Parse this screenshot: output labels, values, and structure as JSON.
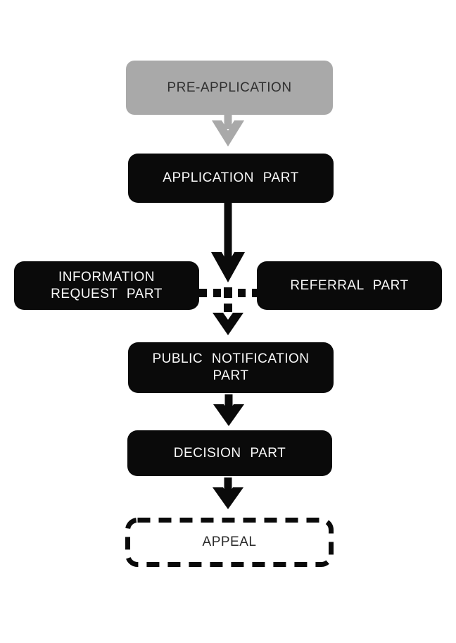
{
  "flowchart": {
    "nodes": {
      "pre_application": {
        "label": "PRE-APPLICATION"
      },
      "application_part": {
        "label": "APPLICATION PART"
      },
      "information_request_part": {
        "label": "INFORMATION\nREQUEST PART"
      },
      "referral_part": {
        "label": "REFERRAL PART"
      },
      "public_notification_part": {
        "label": "PUBLIC NOTIFICATION\nPART"
      },
      "decision_part": {
        "label": "DECISION PART"
      },
      "appeal": {
        "label": "APPEAL"
      }
    },
    "connectors": [
      {
        "from": "pre_application",
        "to": "application_part",
        "style": "solid-gray-arrow"
      },
      {
        "from": "application_part",
        "to": "public_notification_part",
        "style": "solid-black-arrow-then-dashed"
      },
      {
        "from": "information_request_part",
        "to": "referral_part",
        "style": "dotted-horizontal"
      },
      {
        "from": "public_notification_part",
        "to": "decision_part",
        "style": "solid-black-arrow"
      },
      {
        "from": "decision_part",
        "to": "appeal",
        "style": "solid-black-arrow"
      }
    ],
    "colors": {
      "node_black": "#0a0a0a",
      "node_gray": "#a9a9a9",
      "text_on_black": "#f8f8f8",
      "text_on_gray": "#2f2f2f",
      "appeal_text": "#2a2a2a",
      "background": "#ffffff",
      "arrow_gray": "#a9a9a9",
      "arrow_black": "#0a0a0a"
    }
  }
}
